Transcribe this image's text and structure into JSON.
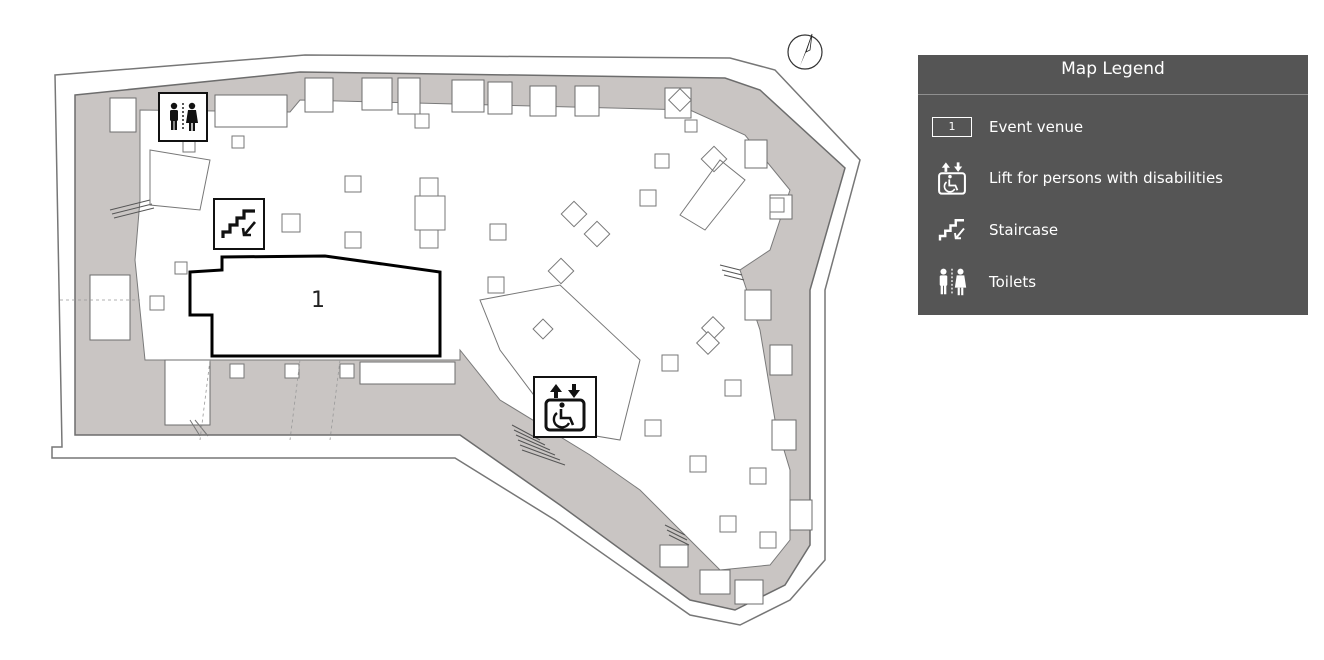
{
  "legend": {
    "title": "Map Legend",
    "items": [
      {
        "icon": "venue-box-icon",
        "symbol": "1",
        "label": "Event venue"
      },
      {
        "icon": "wheelchair-lift-icon",
        "label": "Lift for persons with disabilities"
      },
      {
        "icon": "staircase-icon",
        "label": "Staircase"
      },
      {
        "icon": "toilets-icon",
        "label": "Toilets"
      }
    ]
  },
  "map": {
    "venue_number": "1",
    "compass": "north-arrow-icon",
    "colors": {
      "wall_fill": "#c9c5c3",
      "floor": "#ffffff",
      "outline": "#666666",
      "venue_outline": "#000000",
      "legend_bg": "#555555"
    }
  }
}
